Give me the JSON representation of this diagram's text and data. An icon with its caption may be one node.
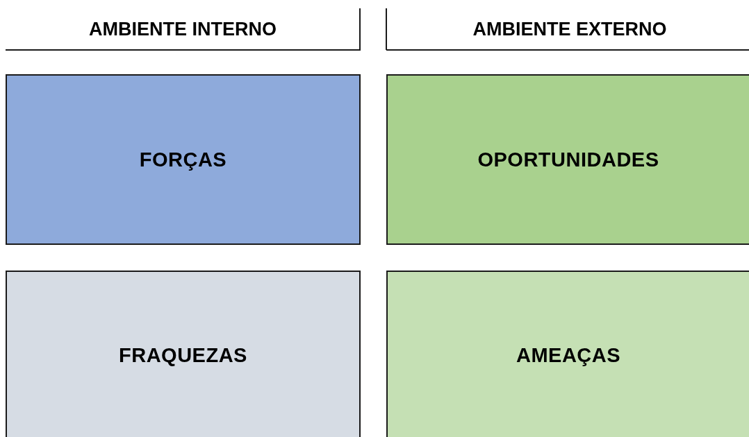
{
  "diagram": {
    "nodes": [
      {
        "text": [
          "FORÇAS"
        ]
      },
      {
        "text": [
          "OPORTUNIDADES"
        ]
      },
      {
        "text": [
          "FRAQUEZAS"
        ]
      },
      {
        "text": [
          "AMEAÇAS"
        ]
      }
    ],
    "labels": [
      "AMBIENTE INTERNO",
      "AMBIENTE EXTERNO"
    ]
  }
}
